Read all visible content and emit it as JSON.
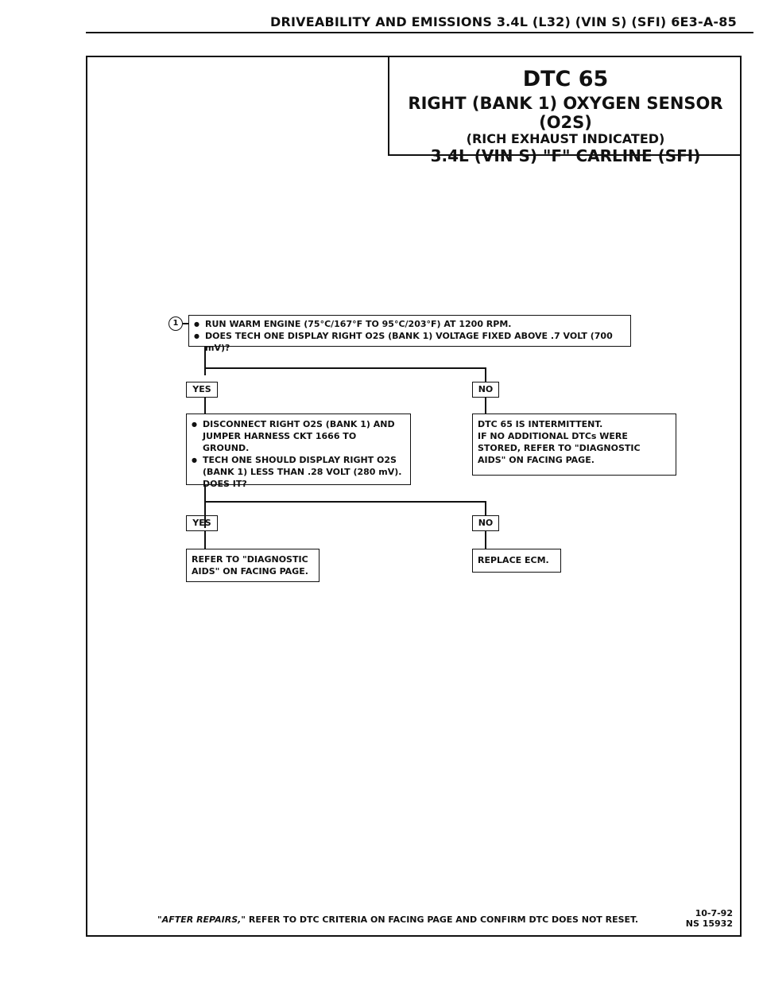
{
  "header": {
    "text": "DRIVEABILITY AND EMISSIONS 3.4L (L32) (VIN S) (SFI) 6E3-A-85"
  },
  "title": {
    "line1": "DTC 65",
    "line2": "RIGHT (BANK 1) OXYGEN SENSOR (O2S)",
    "line3": "(RICH EXHAUST INDICATED)",
    "line4": "3.4L (VIN S) \"F\" CARLINE (SFI)"
  },
  "step1": {
    "number": "1",
    "bullets": [
      "RUN WARM ENGINE (75°C/167°F TO 95°C/203°F) AT 1200 RPM.",
      "DOES TECH ONE DISPLAY RIGHT O2S (BANK 1) VOLTAGE FIXED ABOVE .7 VOLT (700 mV)?"
    ]
  },
  "branch1": {
    "yes": "YES",
    "no": "NO"
  },
  "step2": {
    "bullets": [
      "DISCONNECT RIGHT O2S (BANK 1) AND JUMPER HARNESS CKT 1666 TO GROUND.",
      "TECH ONE SHOULD DISPLAY RIGHT O2S (BANK 1) LESS THAN .28 VOLT (280 mV)."
    ],
    "question": "DOES IT?"
  },
  "intermittent": {
    "line1": "DTC 65 IS INTERMITTENT.",
    "line2": "IF NO ADDITIONAL DTCs WERE STORED, REFER TO \"DIAGNOSTIC AIDS\" ON FACING PAGE."
  },
  "branch2": {
    "yes": "YES",
    "no": "NO"
  },
  "result_yes": {
    "text": "REFER TO \"DIAGNOSTIC AIDS\" ON FACING PAGE."
  },
  "result_no": {
    "text": "REPLACE ECM."
  },
  "footer": {
    "italic": "\"AFTER REPAIRS,\"",
    "rest": "REFER TO DTC CRITERIA ON FACING PAGE AND CONFIRM DTC DOES NOT RESET."
  },
  "reference": {
    "date": "10-7-92",
    "code": "NS 15932"
  }
}
